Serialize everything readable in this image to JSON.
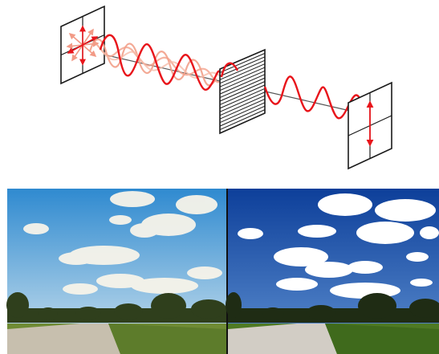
{
  "figure": {
    "top_panel": {
      "content": "polarization-diagram",
      "colors": {
        "wave": "#e8151b",
        "wave_faded": "#f2a08a",
        "arrows_faded": "#f29a86",
        "frame": "#1a1a1a",
        "axis": "#555555"
      }
    },
    "bottom_panels": [
      {
        "content": "photo-without-polarizing-filter",
        "colors": {
          "sky_top": "#2f8ad0",
          "sky_bottom": "#cfe3ee",
          "grass": "#6f8b34",
          "road": "#c7bfae"
        }
      },
      {
        "content": "photo-with-polarizing-filter",
        "colors": {
          "sky_top": "#0d3f9a",
          "sky_bottom": "#5d8fd0",
          "grass": "#4f7a24",
          "road": "#d2cdc5"
        }
      }
    ]
  }
}
